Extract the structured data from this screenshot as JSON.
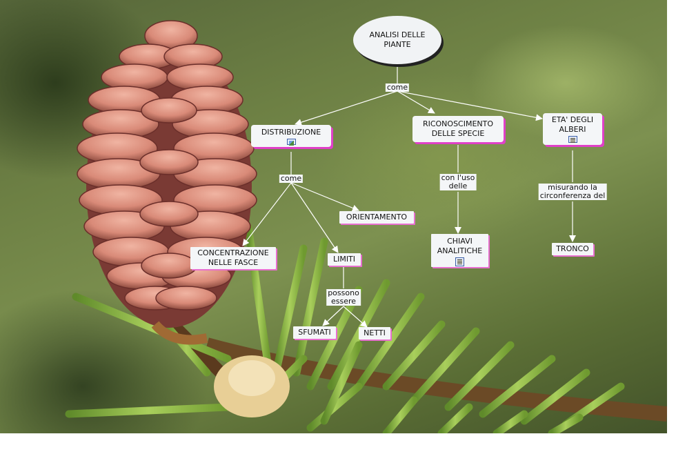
{
  "concept_map": {
    "nodes": {
      "root": "ANALISI DELLE\nPIANTE",
      "distribuzione": "DISTRIBUZIONE",
      "riconoscimento": "RICONOSCIMENTO\nDELLE SPECIE",
      "eta": "ETA' DEGLI\nALBERI",
      "orientamento": "ORIENTAMENTO",
      "concentrazione": "CONCENTRAZIONE\nNELLE FASCE",
      "limiti": "LIMITI",
      "sfumati": "SFUMATI",
      "netti": "NETTI",
      "chiavi": "CHIAVI\nANALITICHE",
      "tronco": "TRONCO"
    },
    "links": {
      "root_come": "come",
      "distribuzione_come": "come",
      "limiti_possono": "possono\nessere",
      "riconoscimento_uso": "con l'uso\ndelle",
      "eta_misurando": "misurando la\ncirconferenza del"
    },
    "resource_icons": {
      "distribuzione": "image-icon",
      "eta": "document-icon",
      "chiavi": "document-icon"
    }
  },
  "colors": {
    "node_fill": "#f4f6f8",
    "node_shadow": "#e040c8",
    "root_shadow": "#222222",
    "link_line": "#ffffff"
  }
}
